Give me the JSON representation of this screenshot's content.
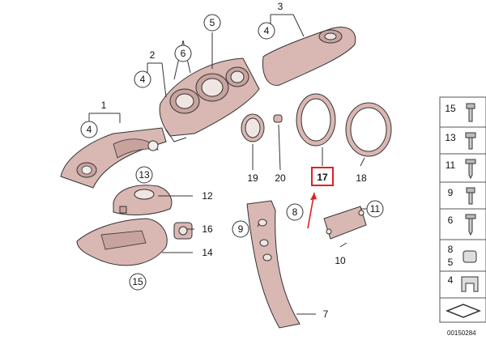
{
  "callouts": {
    "c1": "1",
    "c2": "2",
    "c3": "3",
    "c4a": "4",
    "c4b": "4",
    "c4c": "4",
    "c5": "5",
    "c6": "6",
    "c7": "7",
    "c8": "8",
    "c9": "9",
    "c10": "10",
    "c11": "11",
    "c12": "12",
    "c13": "13",
    "c14": "14",
    "c15": "15",
    "c16": "16",
    "c17": "17",
    "c18": "18",
    "c19": "19",
    "c20": "20"
  },
  "sidebar": {
    "items": [
      {
        "label": "15"
      },
      {
        "label": "13"
      },
      {
        "label": "11"
      },
      {
        "label": "9"
      },
      {
        "label": "6"
      },
      {
        "label": "8"
      },
      {
        "label": "5"
      },
      {
        "label": "4"
      }
    ]
  },
  "footer": {
    "code": "00150284"
  },
  "colors": {
    "highlight": "#e02020",
    "part": "#d9b7b2",
    "part_dark": "#b5928d"
  }
}
